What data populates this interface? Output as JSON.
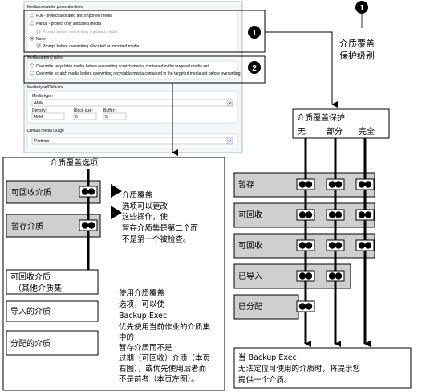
{
  "settings_panel": {
    "overwrite_section_title": "Media overwrite protection level",
    "overwrite_options": [
      "Full - protect allocated and imported media",
      "Partial - protect only allocated media",
      "Prompt before overwriting imported media",
      "None",
      "Prompt before overwriting allocated or imported media"
    ],
    "append_section_title": "Media append rules",
    "append_options": [
      "Overwrite recyclable media before overwriting scratch media, contained in the targeted media set",
      "Overwrite scratch media before overwriting recyclable media contained in the targeted media set before overwriting"
    ],
    "media_type_section_title": "Media type/Defaults",
    "media_type_label": "Media type:",
    "media_type_value": "4MM",
    "density_label": "Density:",
    "density_value": "4MM",
    "block_size_label": "Block size:",
    "block_size_value": "0",
    "buffer_label": "Buffer:",
    "buffer_value": "5",
    "default_media_section_title": "Default media usage",
    "default_media_value": "Partition"
  },
  "callouts": {
    "c1": "1",
    "c2": "2",
    "top": "1"
  },
  "right_diagram": {
    "title_line1": "介质覆盖",
    "title_line2": "保护级别",
    "box_title": "介质覆盖保护",
    "levels": [
      "无",
      "部分",
      "完全"
    ],
    "rows": [
      "暂存",
      "可回收",
      "可回收",
      "已导入",
      "已分配"
    ],
    "note_lines": [
      "当 Backup Exec",
      "无法定位可使用的介质时，将提示您",
      "提供一个介质。"
    ]
  },
  "left_diagram": {
    "title": "介质覆盖选项",
    "boxes": [
      "可回收介质",
      "暂存介质"
    ],
    "side_note_lines": [
      "介质覆盖",
      "选项可以更改",
      "这些操作，使",
      "暂存介质集是第二个而",
      "不是第一个被检查。"
    ],
    "lower_boxes": [
      "可回收介质",
      "（其他介质集",
      "导入的介质",
      "分配的介质"
    ],
    "bottom_note_lines": [
      "使用介质覆盖",
      "选项，可以使",
      "Backup Exec",
      "优先使用当前作业的介质集",
      "中的",
      "暂存介质而不是",
      "过期（可回收）介质（本页",
      "右图），或优先使用后者而",
      "不是前者（本页左图）。"
    ]
  }
}
